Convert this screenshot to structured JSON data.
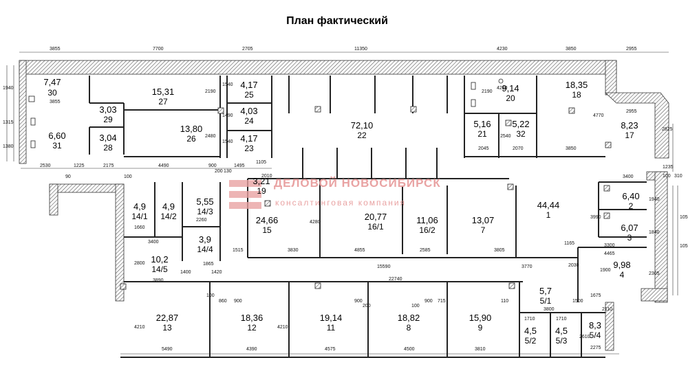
{
  "title": "План фактический",
  "watermark": {
    "line1": "ДЕЛОВОЙ НОВОСИБИРСК",
    "line2": "консалтинговая компания",
    "color": "#e9a3a3"
  },
  "rooms": [
    {
      "area": "7,47",
      "num": "30"
    },
    {
      "area": "15,31",
      "num": "27"
    },
    {
      "area": "4,17",
      "num": "25"
    },
    {
      "area": "4,03",
      "num": "24"
    },
    {
      "area": "4,17",
      "num": "23"
    },
    {
      "area": "3,03",
      "num": "29"
    },
    {
      "area": "3,04",
      "num": "28"
    },
    {
      "area": "13,80",
      "num": "26"
    },
    {
      "area": "6,60",
      "num": "31"
    },
    {
      "area": "72,10",
      "num": "22"
    },
    {
      "area": "9,14",
      "num": "20"
    },
    {
      "area": "18,35",
      "num": "18"
    },
    {
      "area": "5,16",
      "num": "21"
    },
    {
      "area": "5,22",
      "num": "32"
    },
    {
      "area": "8,23",
      "num": "17"
    },
    {
      "area": "3,21",
      "num": "19"
    },
    {
      "area": "4,9",
      "num": "14/1"
    },
    {
      "area": "4,9",
      "num": "14/2"
    },
    {
      "area": "5,55",
      "num": "14/3"
    },
    {
      "area": "3,9",
      "num": "14/4"
    },
    {
      "area": "10,2",
      "num": "14/5"
    },
    {
      "area": "24,66",
      "num": "15"
    },
    {
      "area": "20,77",
      "num": "16/1"
    },
    {
      "area": "11,06",
      "num": "16/2"
    },
    {
      "area": "13,07",
      "num": "7"
    },
    {
      "area": "44,44",
      "num": "1"
    },
    {
      "area": "6,40",
      "num": "2"
    },
    {
      "area": "6,07",
      "num": "3"
    },
    {
      "area": "9,98",
      "num": "4"
    },
    {
      "area": "22,87",
      "num": "13"
    },
    {
      "area": "18,36",
      "num": "12"
    },
    {
      "area": "19,14",
      "num": "11"
    },
    {
      "area": "18,82",
      "num": "8"
    },
    {
      "area": "15,90",
      "num": "9"
    },
    {
      "area": "5,7",
      "num": "5/1"
    },
    {
      "area": "4,5",
      "num": "5/2"
    },
    {
      "area": "4,5",
      "num": "5/3"
    },
    {
      "area": "8,3",
      "num": "5/4"
    }
  ],
  "dimensions": [
    "3855",
    "7700",
    "2705",
    "11350",
    "4230",
    "3850",
    "2955",
    "1940",
    "1315",
    "1380",
    "3855",
    "2190",
    "1540",
    "1490",
    "2480",
    "1540",
    "2190",
    "4230",
    "4770",
    "2540",
    "2045",
    "2070",
    "3850",
    "2955",
    "2825",
    "2530",
    "1225",
    "2175",
    "4490",
    "900",
    "1495",
    "1105",
    "200",
    "130",
    "2010",
    "90",
    "100",
    "1235",
    "100",
    "310",
    "3400",
    "1940",
    "105",
    "1840",
    "105",
    "2305",
    "1660",
    "2260",
    "3400",
    "4280",
    "2800",
    "1865",
    "1515",
    "3830",
    "4855",
    "2585",
    "3805",
    "15590",
    "3770",
    "2030",
    "1165",
    "4465",
    "3300",
    "3990",
    "1900",
    "3890",
    "1400",
    "1420",
    "22740",
    "100",
    "860",
    "900",
    "900",
    "200",
    "900",
    "715",
    "100",
    "110",
    "1675",
    "2110",
    "3800",
    "1500",
    "1710",
    "1710",
    "2610",
    "2275",
    "4210",
    "4210",
    "5490",
    "4390",
    "4575",
    "4500",
    "3810"
  ]
}
